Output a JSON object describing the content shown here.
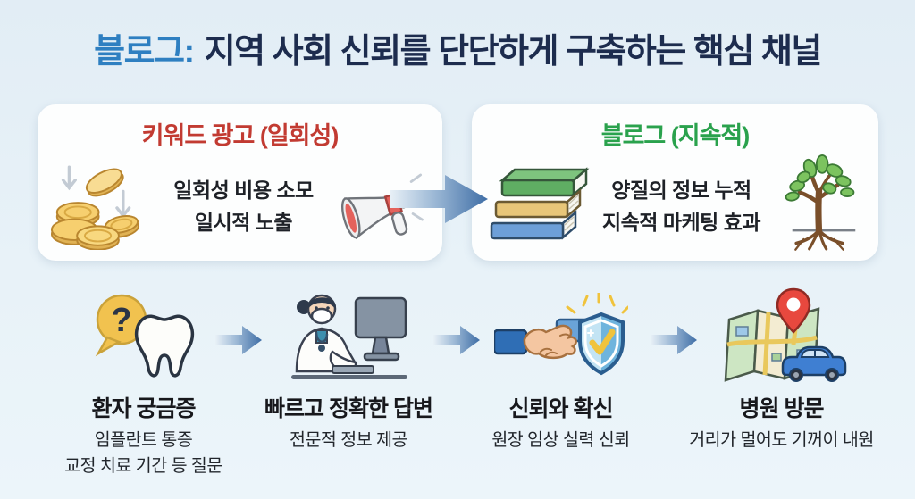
{
  "title": {
    "highlight": "블로그:",
    "rest": "지역 사회 신뢰를 단단하게 구축하는 핵심 채널"
  },
  "comparison": {
    "left": {
      "title": "키워드 광고 (일회성)",
      "lines": [
        "일회성 비용 소모",
        "일시적 노출"
      ],
      "icons": [
        "falling-coins-icon",
        "megaphone-icon"
      ]
    },
    "right": {
      "title": "블로그 (지속적)",
      "lines": [
        "양질의 정보 누적",
        "지속적 마케팅 효과"
      ],
      "icons": [
        "book-stack-icon",
        "tree-with-roots-icon"
      ]
    }
  },
  "flow": {
    "steps": [
      {
        "title": "환자 궁금증",
        "lines": [
          "임플란트 통증",
          "교정 치료 기간 등 질문"
        ],
        "icon": "tooth-question-icon"
      },
      {
        "title": "빠르고 정확한 답변",
        "lines": [
          "전문적 정보 제공"
        ],
        "icon": "doctor-computer-icon"
      },
      {
        "title": "신뢰와 확신",
        "lines": [
          "원장 임상 실력 신뢰"
        ],
        "icon": "handshake-shield-icon"
      },
      {
        "title": "병원 방문",
        "lines": [
          "거리가 멀어도 기꺼이 내원"
        ],
        "icon": "map-pin-car-icon"
      }
    ]
  },
  "colors": {
    "title_accent": "#2e7fc1",
    "title_main": "#1d2c4e",
    "keyword_ad_title": "#c23b32",
    "blog_title": "#2aa24d",
    "arrow_tip": "#3f6ea6",
    "background": "#e8f2f8"
  }
}
